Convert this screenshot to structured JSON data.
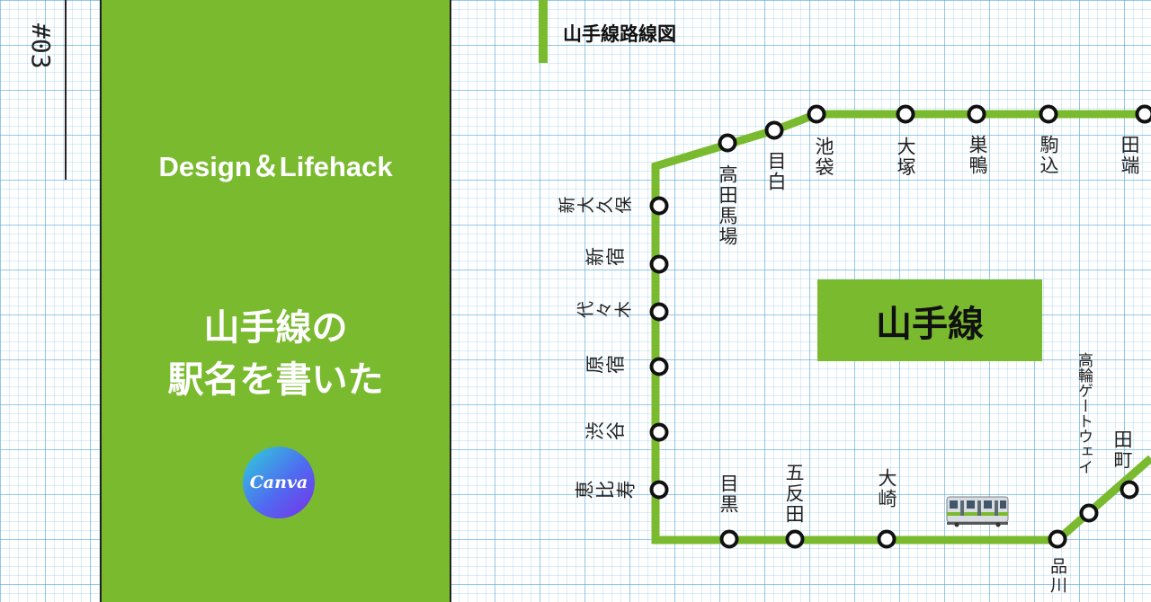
{
  "issue_number": "#03",
  "brand_label": "Design＆Lifehack",
  "headline": {
    "line1": "山手線の",
    "line2": "駅名を書いた"
  },
  "logo_text": "Canva",
  "map_title": "山手線路線図",
  "line_name": "山手線",
  "stations": {
    "takadanobaba": "高田馬場",
    "mejiro": "目白",
    "ikebukuro": "池袋",
    "otsuka": "大塚",
    "sugamo": "巣鴨",
    "komagome": "駒込",
    "tabata": "田端",
    "shin_okubo": "新大久保",
    "shinjuku": "新宿",
    "yoyogi": "代々木",
    "harajuku": "原宿",
    "shibuya": "渋谷",
    "ebisu": "恵比寿",
    "meguro": "目黒",
    "gotanda": "五反田",
    "osaki": "大崎",
    "shinagawa": "品川",
    "takanawa_gateway": "高輪ゲートウェイ",
    "tamachi": "田町"
  },
  "colors": {
    "line_green": "#7aba2f",
    "text_dark": "#222222",
    "grid_blue": "#5aaadc"
  },
  "icons": [
    "canva-logo-icon",
    "train-icon"
  ]
}
